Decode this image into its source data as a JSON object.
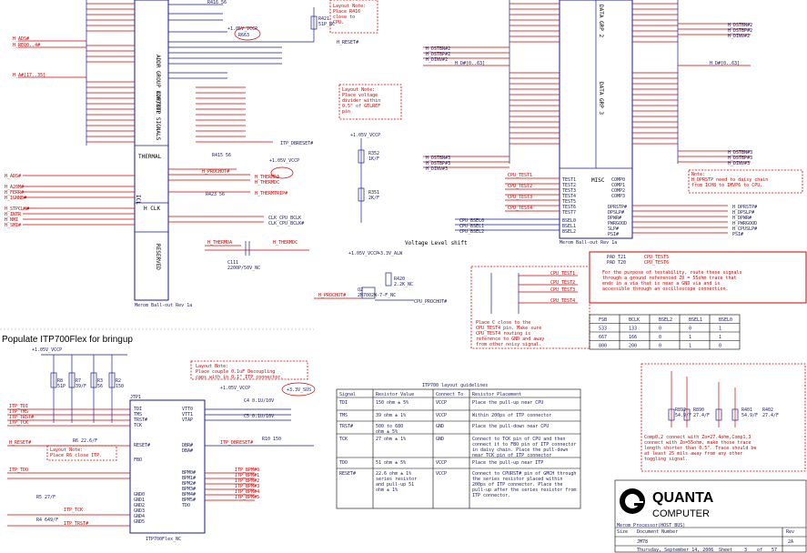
{
  "title_block": {
    "company_line1": "QUANTA",
    "company_line2": "COMPUTER",
    "title": "Merom Processor(HOST BUS)",
    "project": "JM78",
    "date_line": "Thursday, September 14, 2006",
    "rev": "2A",
    "sheet_label": "Sheet",
    "sheet_of": "3",
    "of_label": "of",
    "sheet_total": "57",
    "size_label": "Size",
    "doc_label": "Document Number",
    "rev_label": "Rev"
  },
  "headings": {
    "populate_itp": "Populate ITP700Flex for bringup",
    "voltage_shift": "Voltage Level shift"
  },
  "cpu1": {
    "label_control": "ADDR GROUP CONTROL",
    "label_xdp": "XDP/ITP SIGNALS",
    "label_thermal": "THERMAL",
    "label_hclk": "H CLK",
    "label_reserved": "RESERVED",
    "label_icl": "ICL",
    "part": "Merom Ball-out Rev 1a"
  },
  "cpu2": {
    "label_data0": "DATA GRP 2",
    "label_data1": "DATA GRP 3",
    "label_misc": "MISC",
    "part": "Merom Ball-out Rev 1a"
  },
  "left_nets": [
    "H_ADS#",
    "H_REQ0..4#",
    "H_A#[17..35]",
    "H_ADS#",
    "H_A20M#",
    "H_FERR#",
    "H_IGNNE#",
    "H_STPCLK#",
    "H_INTR",
    "H_NMI",
    "H_SMI#"
  ],
  "right_nets": [
    "H_DSTBN#3",
    "H_DSTBP#3",
    "H_DINV#3",
    "H_D#[0..63]",
    "H_DSTBN#2",
    "H_DSTBP#2",
    "H_DINV#2"
  ],
  "misc_pins": [
    "TEST1",
    "TEST2",
    "TEST3",
    "TEST4",
    "TEST5",
    "TEST6",
    "TEST7",
    "BSEL0",
    "BSEL1",
    "BSEL2"
  ],
  "misc_right_pins": [
    "COMP0",
    "COMP1",
    "COMP2",
    "COMP3",
    "DPRSTP#",
    "DPSLP#",
    "DPWR#",
    "PWRGOOD",
    "SLP#",
    "PSI#"
  ],
  "misc_right_nets": [
    "H_DPRSTP#",
    "H_DPSLP#",
    "H_DPWR#",
    "H_PWRGOOD",
    "H_CPUSLP#",
    "PSI#"
  ],
  "notes": {
    "note_r416": "Layout Note:\nPlace R416\nclose to\nCPU.",
    "note_divider": "Layout Note:\nPlace voltage\ndivider within\n0.5\" of GTLREF\npin",
    "note_c": "Place C close to the\nCPU_TEST4 pin. Make sure\nCPU_TEST4 routing is\nreference to GND and away\nfrom other noisy signal.",
    "note_daisy": "Note:\nH_DPRSTP need to daisy chain\nfrom ICH8 to IMVP6 to CPU.",
    "note_testability": "For the purpose of testability, route these signals\nthrough a ground referenced Z0 = 55ohm trace that\nends in a via that is near a GND via and is\naccessible through an oscilloscope connection.",
    "note_decoupling": "Layout Note:\nPlace couple 0.1uF Decoupling\ncaps with in 0.1\" ITP connector.",
    "note_r6": "Layout Note:\nPlace R6 close ITP.",
    "note_comp": "Comp0,2 connect with Zo=27.4ohm,Comp1,3\nconnect with Zo=55ohm, make those trace\nlength shorter than 0.5\". Trace should be\nat least 25 mils away from any other\ntoggling signal."
  },
  "fsb_table": {
    "headers": [
      "FSB",
      "BCLK",
      "BSEL2",
      "BSEL1",
      "BSEL0"
    ],
    "rows": [
      [
        "533",
        "133",
        "0",
        "0",
        "1"
      ],
      [
        "667",
        "166",
        "0",
        "1",
        "1"
      ],
      [
        "800",
        "200",
        "0",
        "1",
        "0"
      ]
    ]
  },
  "itp_table": {
    "caption": "ITP700 layout guidelines",
    "headers": [
      "Signal",
      "Resistor Value",
      "Connect To",
      "Resistor Placement"
    ],
    "rows": [
      [
        "TDI",
        "150 ohm ± 5%",
        "VCCP",
        "Place the pull-up near CPU"
      ],
      [
        "TMS",
        "39 ohm ± 1%",
        "VCCP",
        "Within 200ps of ITP connector"
      ],
      [
        "TRST#",
        "500 to 680\nohm ± 5%",
        "GND",
        "Place the pull-down near CPU"
      ],
      [
        "TCK",
        "27 ohm ± 1%",
        "GND",
        "Connect to TCK pin of CPU and then\nconnect it to FBO pin of ITP connector\nin daisy chain. Place the pull-down\nnear TCK pin of ITP connector"
      ],
      [
        "TDO",
        "51 ohm ± 5%",
        "VCCP",
        "Place the pull-up near ITP"
      ],
      [
        "RESET#",
        "22.6 ohm ± 1%\nseries resistor\nand pull-up 51\nohm ± 1%",
        "VCCP",
        "Connect to CPURST# pin of GMCH through\nthe series resistor placed within\n200ps of ITP connector. Place the\npull-up after the series resistor from\nITP connector."
      ]
    ]
  },
  "itp_conn": {
    "ref": "JTP1",
    "part": "ITP700Flex_NC",
    "left_pins": [
      "TDI",
      "TMS",
      "TRST#",
      "TCK",
      "RESET#",
      "FBO",
      "GND0",
      "GND1",
      "GND2",
      "GND3",
      "GND4",
      "GND5"
    ],
    "right_pins": [
      "VTT0",
      "VTT1",
      "VTAP",
      "DBR#",
      "DBA#",
      "BPM0#",
      "BPM1#",
      "BPM2#",
      "BPM3#",
      "BPM4#",
      "BPM5#",
      "TDO"
    ],
    "net_power": "+1.05V_VCCP",
    "net_33v": "+3.3V_SUS"
  },
  "parts": {
    "r416": "R416  56",
    "r421": "R421\n51P_NC",
    "r663": "R663",
    "r352": "R352\n1K/F",
    "r351": "R351\n2K/F",
    "r415": "R415  56",
    "r423": "R423  56",
    "c111": "C111\n2200P/50V_NC",
    "r420": "R420\n2.2K_NC",
    "q2": "Q2\n2N7002W-7-F_NC",
    "c4": "C4  0.1U/10V",
    "c5": "C5  0.1U/10V",
    "r10": "R10  150",
    "r6": "R6  22.6/F",
    "r5": "R5  27/F",
    "r4": "R4  649/F",
    "r8": "R8\n51P",
    "r7": "R7\n39/F",
    "r2": "R2\n150",
    "r3": "R3\n56",
    "r892": "R892\n54.9/F",
    "r890": "R890\n27.4/F",
    "r401": "R401\n54.9/F",
    "r402": "R402\n27.4/F"
  },
  "misc_nets": {
    "vccp": "+1.05V_VCCP",
    "alw": "+3.3V_ALW",
    "prochot": "H_PROCHOT#",
    "cpu_prochot": "CPU_PROCHOT#",
    "thermda": "H_THERMDA",
    "thermdc": "H_THERMDC",
    "thermtrip": "H_THERMTRIP#",
    "bclk": "CLK_CPU_BCLK",
    "bclk_n": "CLK_CPU_BCLK#",
    "itp_dbreset": "ITP_DBRESET#",
    "cpu_test": [
      "CPU_TEST1",
      "CPU_TEST2",
      "CPU_TEST3",
      "CPU_TEST4"
    ],
    "pad_t21": "PAD T21",
    "pad_t20": "PAD T20",
    "cpu_test_nets": [
      "CPU_TEST5",
      "CPU_TEST6"
    ],
    "cpu_bsel": [
      "CPU_BSEL0",
      "CPU_BSEL1",
      "CPU_BSEL2"
    ],
    "itp_tdi": "ITP_TDI",
    "itp_tms": "ITP_TMS",
    "itp_trst": "ITP_TRST#",
    "itp_tck": "ITP_TCK",
    "itp_tdo": "ITP_TDO",
    "h_reset": "H_RESET#",
    "itp_bpm": [
      "ITP_BPM#0",
      "ITP_BPM#1",
      "ITP_BPM#2",
      "ITP_BPM#3",
      "ITP_BPM#4",
      "ITP_BPM#5"
    ]
  }
}
